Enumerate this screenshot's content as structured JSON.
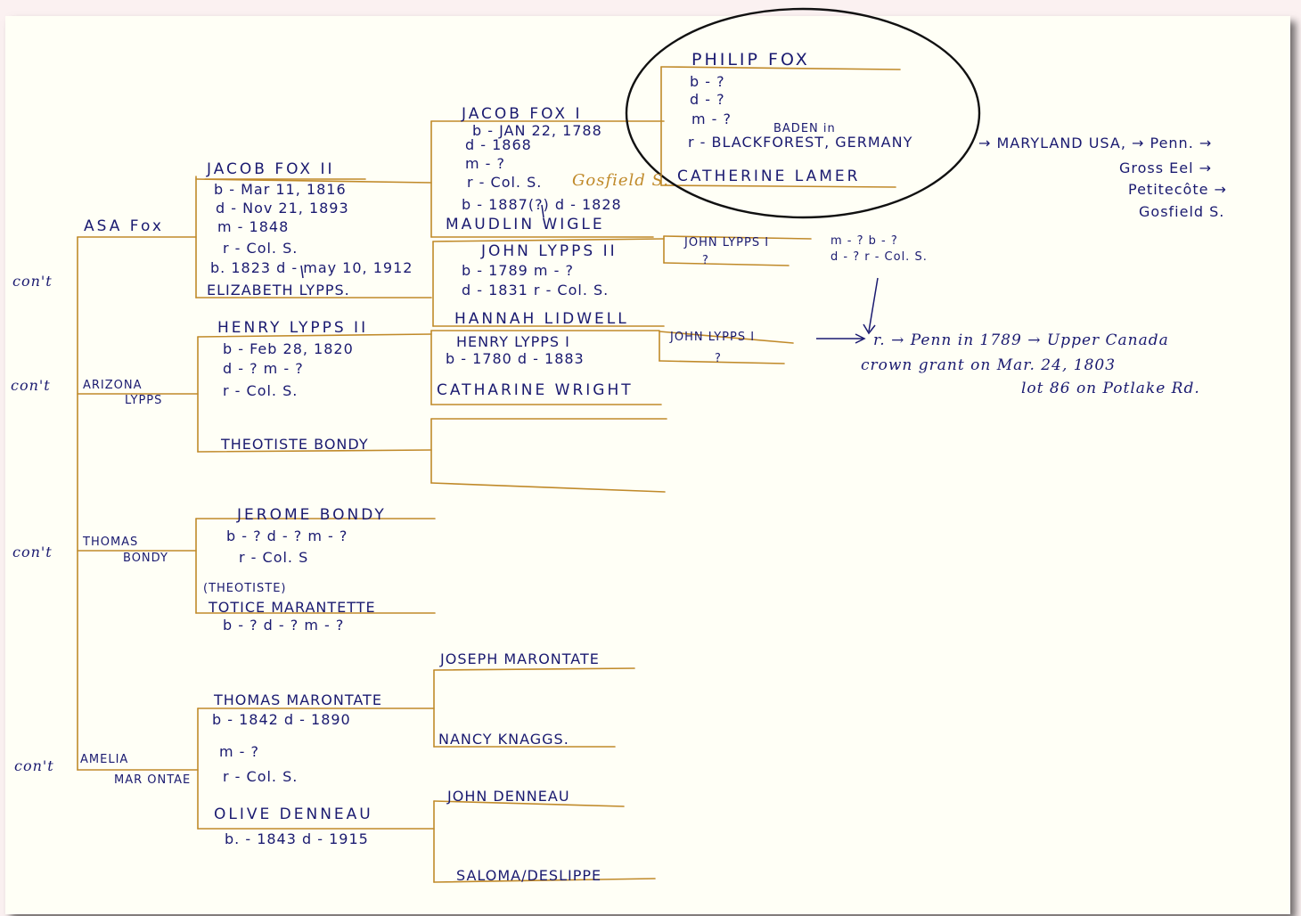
{
  "colors": {
    "ink": "#1a1a70",
    "line": "#c08a2a",
    "paper": "#fffff6",
    "black": "#141414"
  },
  "continuations": [
    "con't",
    "con't",
    "con't",
    "con't"
  ],
  "gen1": {
    "asa": "ASA  Fox",
    "arizona1": "ARIZONA",
    "arizona2": "LYPPS",
    "thomas1": "THOMAS",
    "thomas2": "BONDY",
    "amelia1": "AMELIA",
    "amelia2": "MAR ONTAE"
  },
  "jacob2": {
    "name": "JACOB  FOX  II",
    "born": "b - Mar  11, 1816",
    "died": "d - Nov 21, 1893",
    "married": "m - 1848",
    "residence": "r - Col. S."
  },
  "elizabeth": {
    "dates": "b. 1823  d - may 10, 1912",
    "name": "ELIZABETH  LYPPS."
  },
  "henry2": {
    "name": "HENRY  LYPPS  II",
    "born": "b - Feb  28, 1820",
    "died_married": "d - ?     m - ?",
    "residence": "r - Col.  S."
  },
  "theotiste": {
    "name": "THEOTISTE   BONDY"
  },
  "jerome": {
    "name": "JEROME    BONDY",
    "dates": "b - ?     d - ?   m - ?",
    "residence": "r - Col.  S"
  },
  "totice": {
    "note": "(THEOTISTE)",
    "name": "TOTICE    MARANTETTE",
    "dates": "b - ?     d - ?     m - ?"
  },
  "thomasm": {
    "name": "THOMAS   MARONTATE",
    "dates": "b - 1842    d - 1890",
    "married": "m - ?",
    "residence": "r - Col.  S."
  },
  "olive": {
    "name": "OLIVE   DENNEAU",
    "dates": "b. - 1843    d - 1915"
  },
  "jacob1": {
    "name": "JACOB  FOX  I",
    "born": "b - JAN  22, 1788",
    "died": "d - 1868",
    "married": "m - ?",
    "residence": "r - Col. S.",
    "residence_pen": "Gosfield S."
  },
  "maudlin": {
    "dates": "b - 1887(?)   d - 1828",
    "name": "MAUDLIN   WIGLE"
  },
  "john2": {
    "name": "JOHN  LYPPS  II",
    "born_married": "b - 1789       m - ?",
    "died_res": "d - 1831      r - Col.  S."
  },
  "hannah": {
    "name": "HANNAH  LIDWELL"
  },
  "henry1": {
    "name": "HENRY  LYPPS  I",
    "dates": "b - 1780       d - 1883"
  },
  "catherine_w": {
    "name": "CATHARINE   WRIGHT"
  },
  "joseph": {
    "name": "JOSEPH   MARONTATE"
  },
  "nancy": {
    "name": "NANCY  KNAGGS."
  },
  "johnd": {
    "name": "JOHN   DENNEAU"
  },
  "saloma": {
    "name": "SALOMA/DESLIPPE"
  },
  "philip": {
    "name": "PHILIP   FOX",
    "born": "b - ?",
    "died": "d - ?",
    "married": "m - ?",
    "baden": "BADEN  in",
    "residence": "r -  BLACKFOREST, GERMANY",
    "wife": "CATHERINE   LAMER"
  },
  "migration": {
    "line1": "→ MARYLAND  USA,  → Penn. →",
    "line2": "Gross Eel →",
    "line3": "Petitecôte →",
    "line4": "Gosfield  S."
  },
  "johnl1_top": {
    "name": "JOHN  LYPPS I",
    "info1": "m - ?   b - ?",
    "info2": "d - ?   r - Col. S.",
    "q": "?"
  },
  "johnl1_bottom": {
    "name": "JOHN   LYPPS I",
    "q": "?"
  },
  "penn_note": {
    "line1": "r. → Penn  in  1789  → Upper Canada",
    "line2": "crown  grant  on  Mar.  24,  1803",
    "line3": "lot   86   on   Potlake  Rd."
  }
}
